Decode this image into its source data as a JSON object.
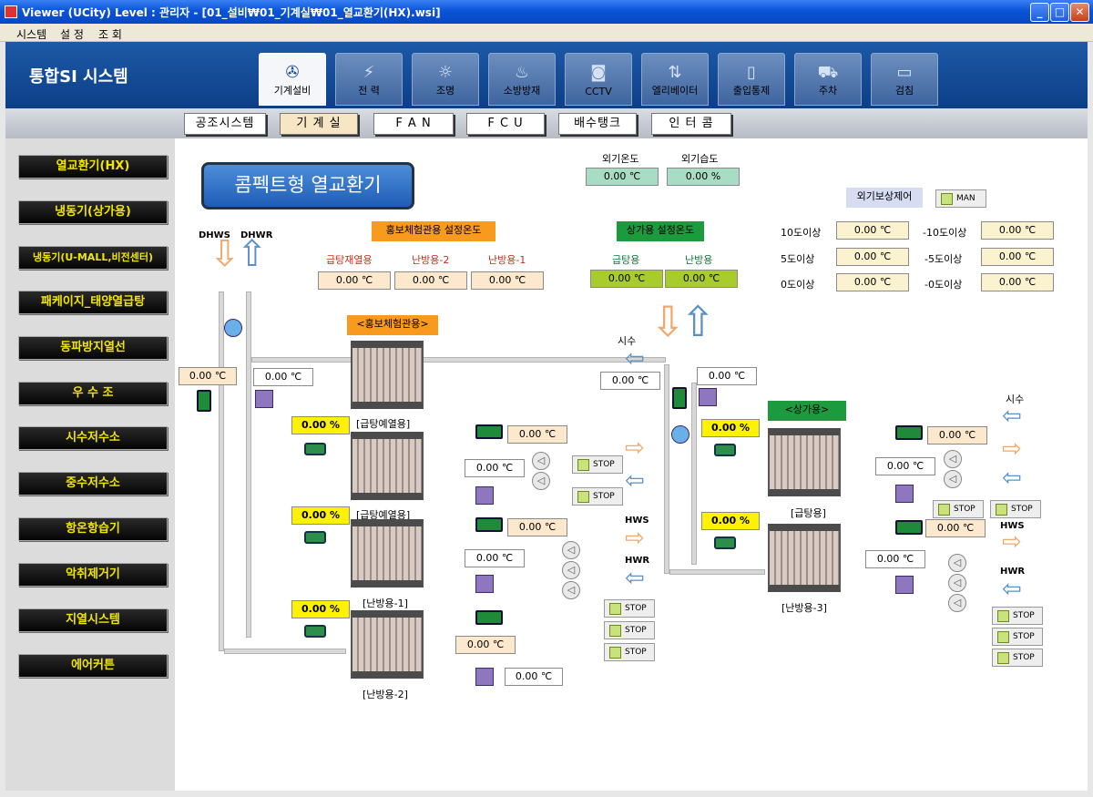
{
  "window": {
    "title": "Viewer (UCity) Level : 관리자 - [01_설비₩01_기계실₩01_열교환기(HX).wsi]"
  },
  "menu": [
    "시스템",
    "설 정",
    "조 회"
  ],
  "brand": "통합SI 시스템",
  "nav_tabs": [
    {
      "label": "기계설비",
      "icon": "fan-icon",
      "active": true
    },
    {
      "label": "전 력",
      "icon": "lightning-icon",
      "active": false
    },
    {
      "label": "조명",
      "icon": "light-icon",
      "active": false
    },
    {
      "label": "소방방재",
      "icon": "fire-icon",
      "active": false
    },
    {
      "label": "CCTV",
      "icon": "camera-icon",
      "active": false
    },
    {
      "label": "엘리베이터",
      "icon": "elevator-icon",
      "active": false
    },
    {
      "label": "출입통제",
      "icon": "door-icon",
      "active": false
    },
    {
      "label": "주차",
      "icon": "car-icon",
      "active": false
    },
    {
      "label": "검침",
      "icon": "monitor-icon",
      "active": false
    }
  ],
  "sub_tabs": [
    {
      "label": "공조시스템",
      "active": false
    },
    {
      "label": "기 계 실",
      "active": true
    },
    {
      "label": "F A N",
      "active": false
    },
    {
      "label": "F C U",
      "active": false
    },
    {
      "label": "배수탱크",
      "active": false
    },
    {
      "label": "인 터 콤",
      "active": false
    }
  ],
  "sidebar": [
    "열교환기(HX)",
    "냉동기(상가용)",
    "냉동기(U-MALL,비전센터)",
    "패케이지_태양열급탕",
    "동파방지열선",
    "우 수 조",
    "시수저수소",
    "중수저수소",
    "항온항습기",
    "악취제거기",
    "지열시스템",
    "에어커튼"
  ],
  "page_title": "콤펙트형 열교환기",
  "outdoor": {
    "temp_label": "외기온도",
    "hum_label": "외기습도",
    "temp": "0.00 ℃",
    "hum": "0.00 %"
  },
  "comp": {
    "label": "외기보상제어",
    "mode": "MAN",
    "rows": [
      {
        "l1": "10도이상",
        "v1": "0.00 ℃",
        "l2": "-10도이상",
        "v2": "0.00 ℃"
      },
      {
        "l1": "5도이상",
        "v1": "0.00 ℃",
        "l2": "-5도이상",
        "v2": "0.00 ℃"
      },
      {
        "l1": "0도이상",
        "v1": "0.00 ℃",
        "l2": "-0도이상",
        "v2": "0.00 ℃"
      }
    ]
  },
  "promo_set": {
    "label": "홍보체험관용 설정온도",
    "items": [
      {
        "label": "급탕재열용",
        "value": "0.00 ℃"
      },
      {
        "label": "난방용-2",
        "value": "0.00 ℃"
      },
      {
        "label": "난방용-1",
        "value": "0.00 ℃"
      }
    ]
  },
  "mall_set": {
    "label": "상가용 설정온도",
    "items": [
      {
        "label": "급탕용",
        "value": "0.00 ℃"
      },
      {
        "label": "난방용",
        "value": "0.00 ℃"
      }
    ]
  },
  "pipe_labels": {
    "dhws": "DHWS",
    "dhwr": "DHWR",
    "sisu": "시수",
    "hws": "HWS",
    "hwr": "HWR"
  },
  "sections": {
    "promo": "<홍보체험관용>",
    "mall": "<상가용>"
  },
  "hx_labels": [
    "[급탕예열용]",
    "[급탕예열용]",
    "[난방용-1]",
    "[난방용-2]",
    "[급탕용]",
    "[난방용-3]"
  ],
  "temp_value": "0.00 ℃",
  "pct_value": "0.00 %",
  "stop": "STOP"
}
